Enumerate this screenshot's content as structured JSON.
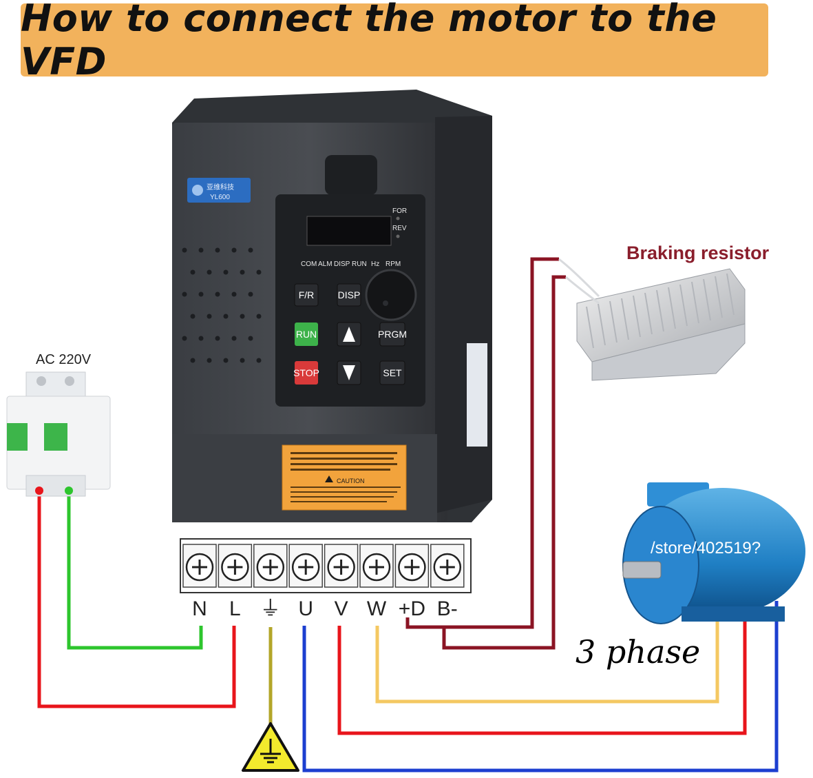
{
  "title": "How to connect the motor to the VFD",
  "vfd": {
    "brand_text": "亚维科技",
    "model": "YL600",
    "indicators": [
      "FOR",
      "REV"
    ],
    "status_labels": [
      "COM",
      "ALM",
      "DISP",
      "RUN",
      "Hz",
      "RPM"
    ],
    "keys": {
      "fr": "F/R",
      "disp": "DISP",
      "run": "RUN",
      "prgm": "PRGM",
      "stop": "STOP",
      "set": "SET"
    },
    "warning_title": "CAUTION"
  },
  "terminals": [
    "N",
    "L",
    "⏚",
    "U",
    "V",
    "W",
    "+D",
    "B-"
  ],
  "breaker_label": "AC  220V",
  "braking_resistor_label": "Braking resistor",
  "motor_label": "3 phase",
  "watermark": "/store/402519?",
  "colors": {
    "neutral_wire": "#2dc52d",
    "live_wire": "#e8151b",
    "earth_wire": "#b3a629",
    "u_wire": "#1c3fd0",
    "v_wire": "#e8151b",
    "w_wire": "#f4c862",
    "brake_wire": "#8b1424",
    "banner": "#f2b25c"
  }
}
